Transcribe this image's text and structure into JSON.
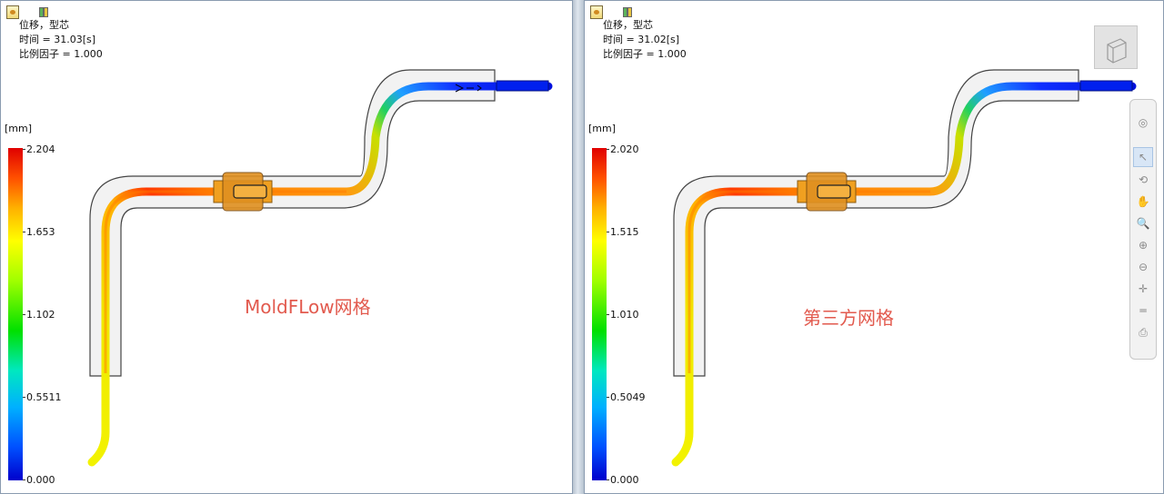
{
  "left_view": {
    "title_line": "位移，型芯",
    "time_line": "时间 = 31.03[s]",
    "scale_line": "比例因子 = 1.000",
    "unit": "[mm]",
    "ticks": [
      "2.204",
      "1.653",
      "1.102",
      "0.5511",
      "0.000"
    ],
    "overlay_label": "MoldFLow网格"
  },
  "right_view": {
    "title_line": "位移，型芯",
    "time_line": "时间 = 31.02[s]",
    "scale_line": "比例因子 = 1.000",
    "unit": "[mm]",
    "ticks": [
      "2.020",
      "1.515",
      "1.010",
      "0.5049",
      "0.000"
    ],
    "overlay_label": "第三方网格"
  },
  "toolbar": {
    "icons": [
      "orbit-icon",
      "select-icon",
      "rotate-icon",
      "pan-icon",
      "zoom-icon",
      "zoom-window-icon",
      "zoom-fit-icon",
      "measure-icon",
      "section-icon",
      "print-icon"
    ]
  },
  "colors": {
    "overlay_text": "#e25a4e",
    "scale_max": "#e00000",
    "scale_min": "#0000cc"
  }
}
